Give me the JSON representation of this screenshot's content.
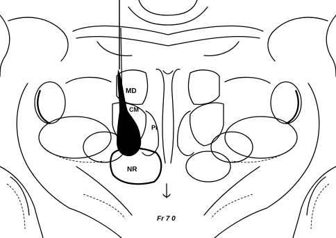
{
  "figure": {
    "section_label": "Fr 7 0",
    "regions": {
      "md": "MD",
      "cm": "CM",
      "pi": "PI",
      "nr": "NR"
    },
    "lesion_color": "#000000",
    "line_color": "#000000",
    "background_color": "#ffffff"
  }
}
